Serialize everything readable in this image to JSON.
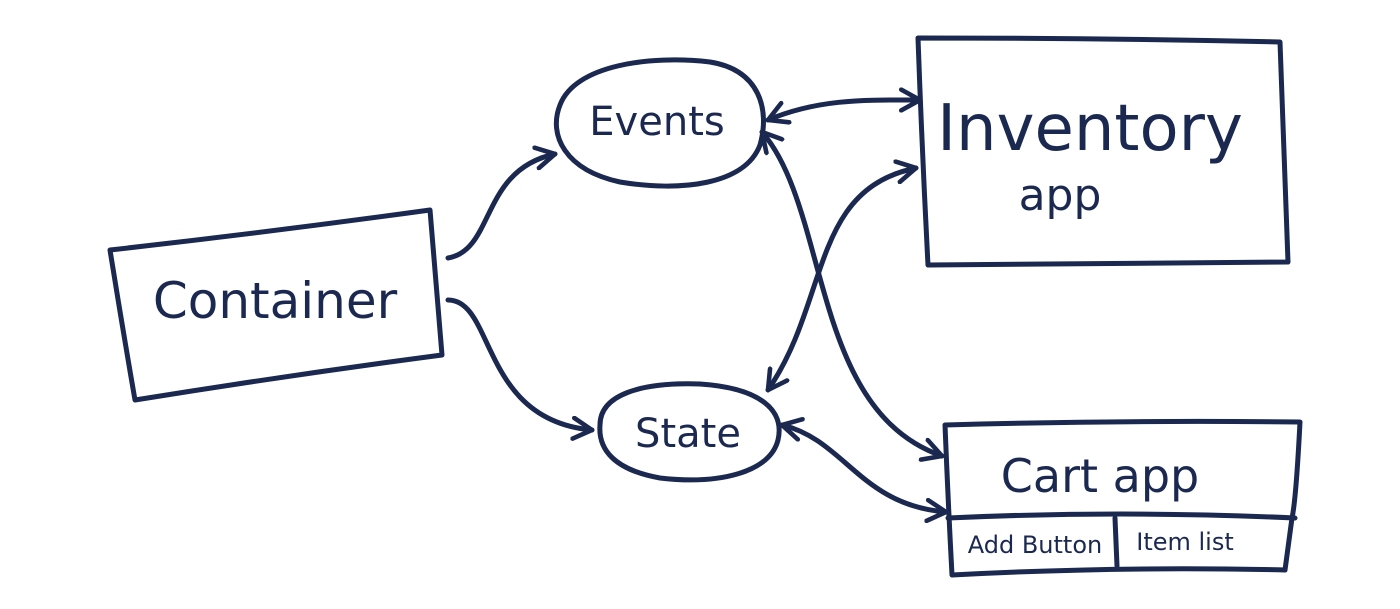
{
  "nodes": {
    "container": {
      "label": "Container"
    },
    "events": {
      "label": "Events"
    },
    "state": {
      "label": "State"
    },
    "inventory": {
      "label_line1": "Inventory",
      "label_line2": "app"
    },
    "cart": {
      "label": "Cart app",
      "sub_left": "Add Button",
      "sub_right": "Item list"
    }
  },
  "edges": [
    {
      "from": "Container",
      "to": "Events",
      "direction": "forward"
    },
    {
      "from": "Container",
      "to": "State",
      "direction": "forward"
    },
    {
      "from": "Events",
      "to": "Inventory app",
      "direction": "both"
    },
    {
      "from": "Events",
      "to": "Cart app",
      "direction": "both"
    },
    {
      "from": "State",
      "to": "Inventory app",
      "direction": "both"
    },
    {
      "from": "State",
      "to": "Cart app",
      "direction": "both"
    }
  ],
  "colors": {
    "ink": "#1b2850",
    "background": "#ffffff"
  }
}
